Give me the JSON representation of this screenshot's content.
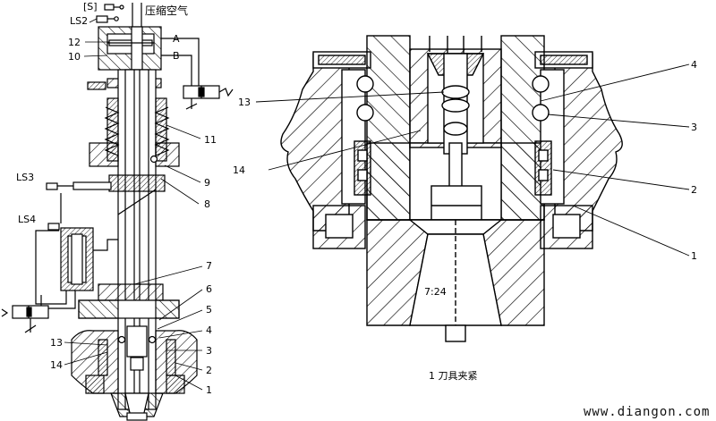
{
  "colors": {
    "line": "#000000",
    "hatch": "#000000",
    "background": "#ffffff"
  },
  "left_figure": {
    "top_labels": {
      "s_bracket": "[S]",
      "compressed_air": "压缩空气",
      "ls2": "LS2",
      "ls3": "LS3",
      "ls4": "LS4",
      "port_a": "A",
      "port_b": "B"
    },
    "callouts": {
      "c12": "12",
      "c10": "10",
      "c11": "11",
      "c9": "9",
      "c8": "8",
      "c7": "7",
      "c6": "6",
      "c5": "5",
      "c4": "4",
      "c3": "3",
      "c2": "2",
      "c1": "1",
      "c13": "13",
      "c14": "14"
    }
  },
  "right_figure": {
    "callouts": {
      "c4": "4",
      "c3": "3",
      "c2": "2",
      "c1": "1",
      "c13": "13",
      "c14": "14"
    },
    "taper": "7:24",
    "caption": "1 刀具夹紧"
  },
  "watermark": "www.diangon.com"
}
